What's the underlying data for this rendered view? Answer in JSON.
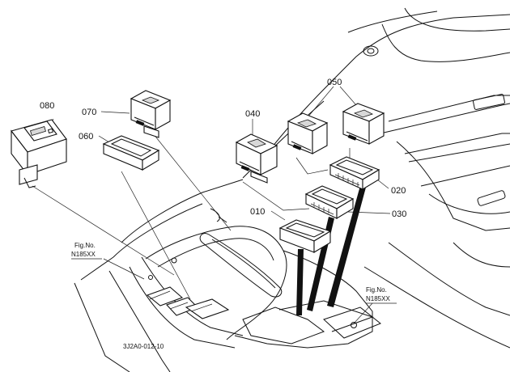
{
  "callouts": {
    "p010": "010",
    "p020": "020",
    "p030": "030",
    "p040": "040",
    "p050": "050",
    "p060": "060",
    "p070": "070",
    "p080": "080"
  },
  "references": {
    "left": {
      "line1": "Fig.No.",
      "line2": "N185XX"
    },
    "right": {
      "line1": "Fig.No.",
      "line2": "N185XX"
    }
  },
  "drawing_code": "3J2A0-012-10"
}
